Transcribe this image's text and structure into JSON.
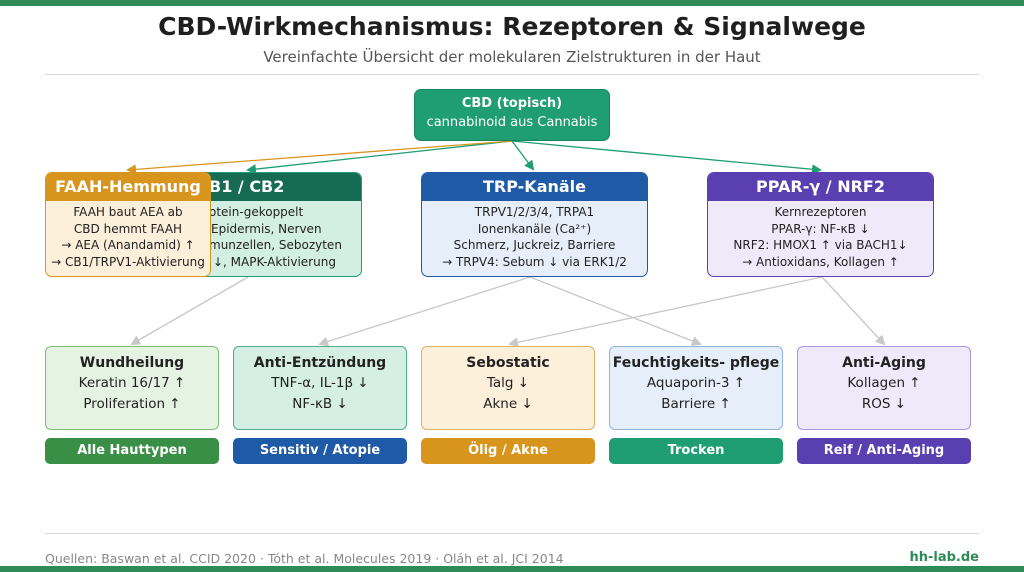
{
  "title": "CBD-Wirkmechanismus: Rezeptoren & Signalwege",
  "subtitle": "Vereinfachte Übersicht der molekularen Zielstrukturen in der Haut",
  "root": {
    "title": "CBD (topisch)",
    "subtitle": "cannabinoid aus Cannabis"
  },
  "mechanisms": {
    "cb": {
      "title": "B1 / CB2",
      "lines": [
        "otein-gekoppelt",
        "Epidermis, Nerven",
        "munzellen, Sebozyten",
        "↓, MAPK-Aktivierung"
      ]
    },
    "faah": {
      "title": "FAAH-Hemmung",
      "lines": [
        "FAAH baut AEA ab",
        "CBD hemmt FAAH",
        "→ AEA (Anandamid) ↑",
        "→ CB1/TRPV1-Aktivierung"
      ]
    },
    "trp": {
      "title": "TRP-Kanäle",
      "lines": [
        "TRPV1/2/3/4, TRPA1",
        "Ionenkanäle (Ca²⁺)",
        "Schmerz, Juckreiz, Barriere",
        "→ TRPV4: Sebum ↓ via ERK1/2"
      ]
    },
    "ppar": {
      "title": "PPAR-γ / NRF2",
      "lines": [
        "Kernrezeptoren",
        "PPAR-γ: NF-κB ↓",
        "NRF2: HMOX1 ↑ via BACH1↓",
        "→ Antioxidans, Kollagen ↑"
      ]
    }
  },
  "effects": [
    {
      "title": "Wundheilung",
      "l1": "Keratin 16/17 ↑",
      "l2": "Proliferation ↑",
      "tag": "Alle Hauttypen"
    },
    {
      "title": "Anti-Entzündung",
      "l1": "TNF-α, IL-1β ↓",
      "l2": "NF-κB ↓",
      "tag": "Sensitiv / Atopie"
    },
    {
      "title": "Sebostatic",
      "l1": "Talg ↓",
      "l2": "Akne ↓",
      "tag": "Ölig / Akne"
    },
    {
      "title": "Feuchtigkeits- pflege",
      "l1": "Aquaporin-3 ↑",
      "l2": "Barriere ↑",
      "tag": "Trocken"
    },
    {
      "title": "Anti-Aging",
      "l1": "Kollagen ↑",
      "l2": "ROS ↓",
      "tag": "Reif / Anti-Aging"
    }
  ],
  "colors": {
    "brand": "#2e8b57",
    "root": "#1f9e74",
    "cb": "#176b52",
    "faah": "#d8951e",
    "trp": "#1e5aa6",
    "ppar": "#5a3fb0"
  },
  "footer": {
    "sources": "Quellen: Baswan et al. CCID 2020 · Tóth et al. Molecules 2019 · Oláh et al. JCI 2014",
    "brand": "hh-lab.de"
  }
}
